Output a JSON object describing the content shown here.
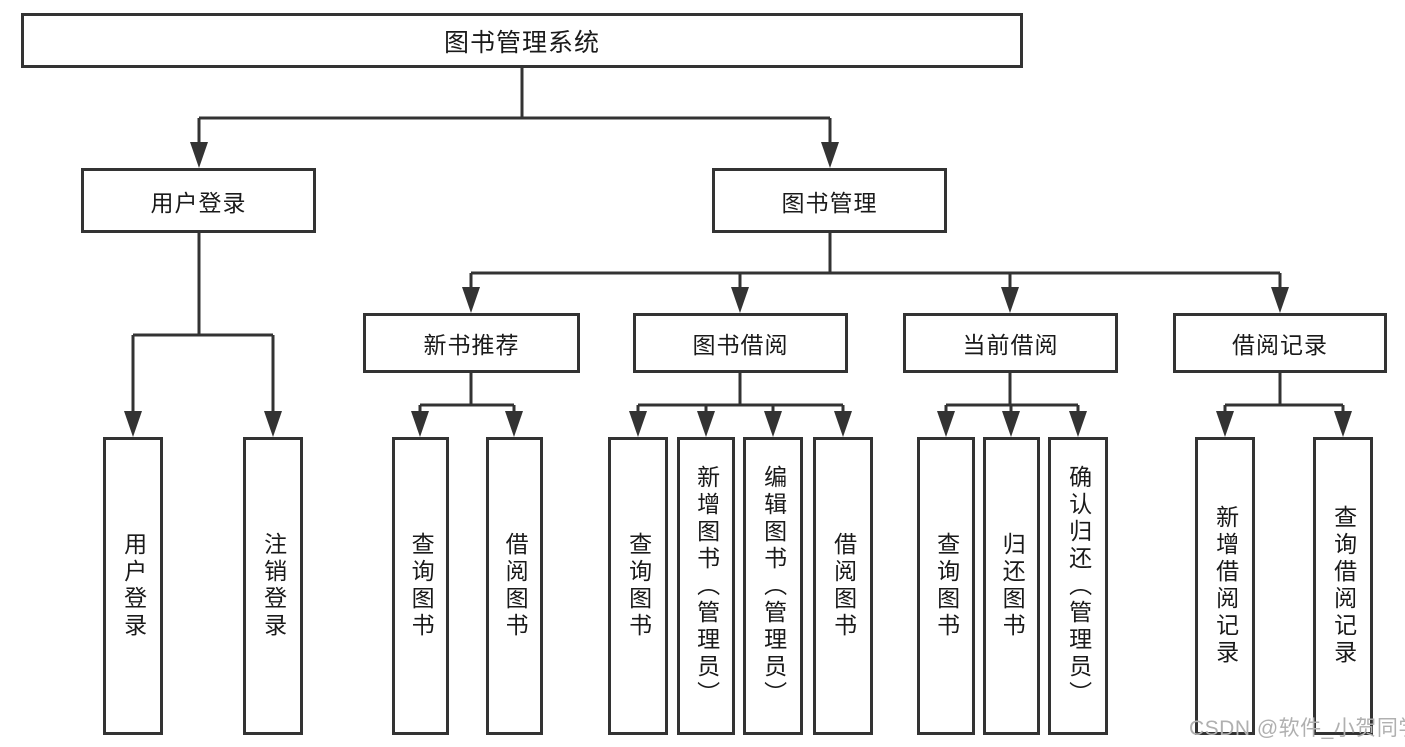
{
  "tree": {
    "root": "图书管理系统",
    "branches": [
      {
        "label": "用户登录",
        "children": [
          "用户登录",
          "注销登录"
        ]
      },
      {
        "label": "图书管理",
        "groups": [
          {
            "label": "新书推荐",
            "children": [
              "查询图书",
              "借阅图书"
            ]
          },
          {
            "label": "图书借阅",
            "children": [
              "查询图书",
              "新增图书（管理员）",
              "编辑图书（管理员）",
              "借阅图书"
            ]
          },
          {
            "label": "当前借阅",
            "children": [
              "查询图书",
              "归还图书",
              "确认归还（管理员）"
            ]
          },
          {
            "label": "借阅记录",
            "children": [
              "新增借阅记录",
              "查询借阅记录"
            ]
          }
        ]
      }
    ]
  },
  "watermark": {
    "text": "CSDN @软件_小贺同学"
  },
  "colors": {
    "line": "#333333",
    "box_border": "#333333",
    "text": "#1a1a1a",
    "background": "#ffffff",
    "watermark": "#b0b0b0"
  }
}
